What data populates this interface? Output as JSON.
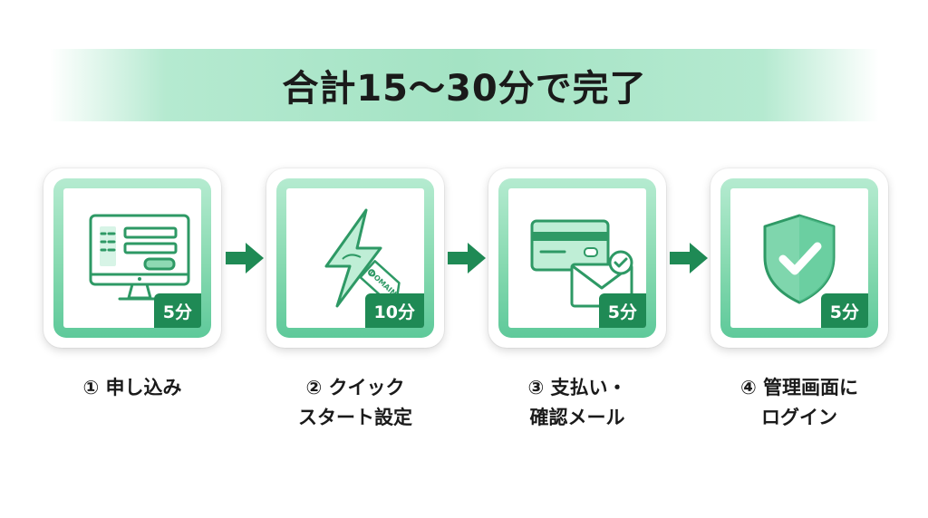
{
  "banner": {
    "title": "合計15〜30分で完了"
  },
  "colors": {
    "accent": "#1f8a55",
    "accent_light": "#a4e3c4",
    "icon_stroke": "#2e9965",
    "icon_fill": "#bfeed6"
  },
  "steps": [
    {
      "icon": "computer-form-icon",
      "time": "5分",
      "label_line1": "① 申し込み",
      "label_line2": ""
    },
    {
      "icon": "lightning-domain-tag-icon",
      "tag_text": "DOMAIN",
      "time": "10分",
      "label_line1": "② クイック",
      "label_line2": "スタート設定"
    },
    {
      "icon": "credit-card-mail-icon",
      "time": "5分",
      "label_line1": "③ 支払い・",
      "label_line2": "確認メール"
    },
    {
      "icon": "shield-check-icon",
      "time": "5分",
      "label_line1": "④ 管理画面に",
      "label_line2": "ログイン"
    }
  ]
}
